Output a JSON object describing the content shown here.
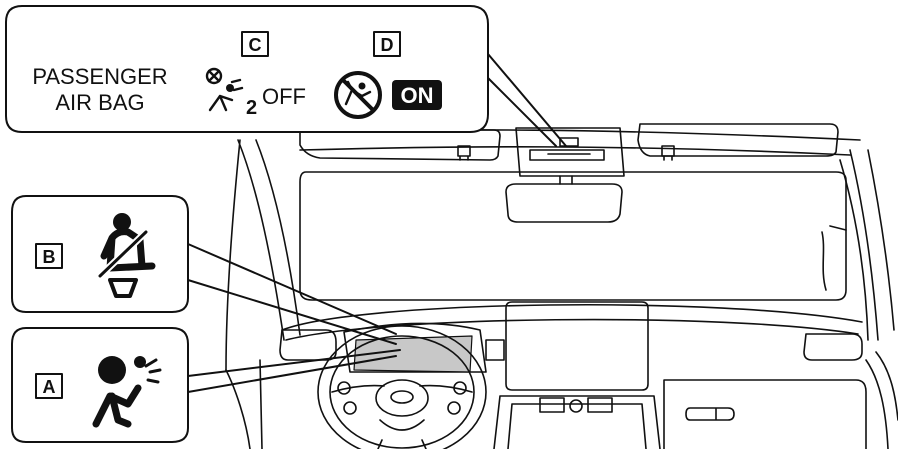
{
  "top_box": {
    "label_line1": "PASSENGER",
    "label_line2": "AIR BAG",
    "callout_c": "C",
    "callout_d": "D",
    "off_text": "OFF",
    "on_text": "ON",
    "off_icon": "passenger-airbag-off-icon",
    "on_icon": "passenger-airbag-on-icon"
  },
  "box_b": {
    "callout": "B",
    "icon": "seatbelt-reminder-icon"
  },
  "box_a": {
    "callout": "A",
    "icon": "srs-airbag-warning-icon"
  },
  "colors": {
    "line": "#111111",
    "highlight": "#c8c8c8",
    "on_badge": "#111111",
    "background": "#ffffff"
  }
}
